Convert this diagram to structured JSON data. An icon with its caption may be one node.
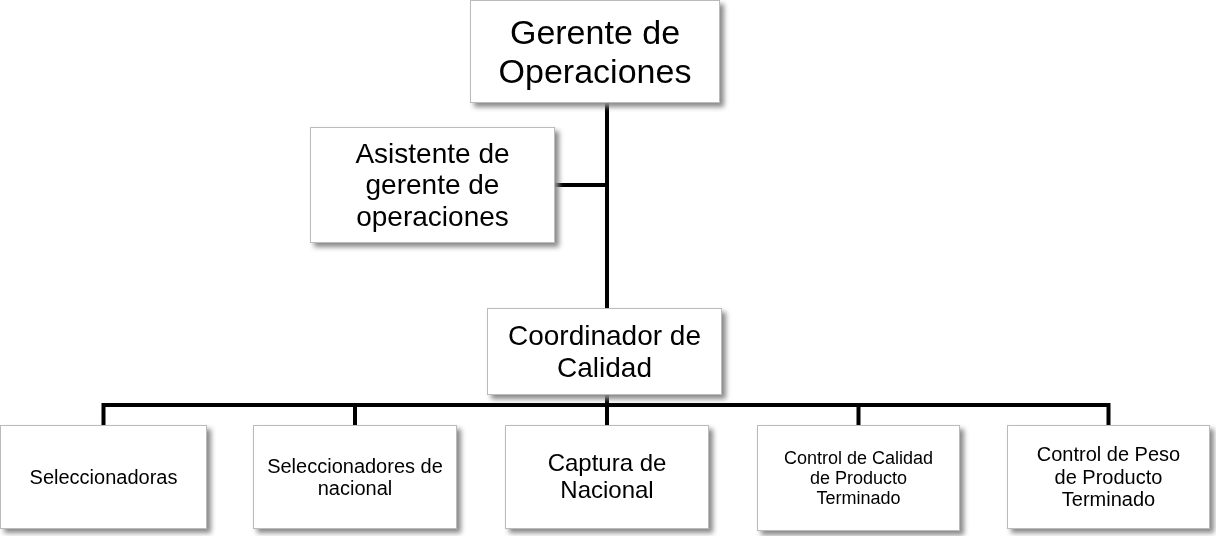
{
  "diagram": {
    "nodes": [
      {
        "text": [
          "Gerente de Operaciones"
        ]
      },
      {
        "text": [
          "Asistente de gerente de operaciones"
        ]
      },
      {
        "text": [
          "Coordinador de Calidad"
        ]
      },
      {
        "text": [
          "Seleccionadoras"
        ]
      },
      {
        "text": [
          "Seleccionadores de nacional"
        ]
      },
      {
        "text": [
          "Captura de Nacional"
        ]
      },
      {
        "text": [
          "Control de Calidad de Producto Terminado"
        ]
      },
      {
        "text": [
          "Control de Peso de Producto Terminado"
        ]
      }
    ],
    "edges": [
      {
        "from": 0,
        "to": 1,
        "arrow": "none"
      },
      {
        "from": 0,
        "to": 2,
        "arrow": "none"
      },
      {
        "from": 2,
        "to": 3,
        "arrow": "none"
      },
      {
        "from": 2,
        "to": 4,
        "arrow": "none"
      },
      {
        "from": 2,
        "to": 5,
        "arrow": "none"
      },
      {
        "from": 2,
        "to": 6,
        "arrow": "none"
      },
      {
        "from": 2,
        "to": 7,
        "arrow": "none"
      }
    ]
  }
}
